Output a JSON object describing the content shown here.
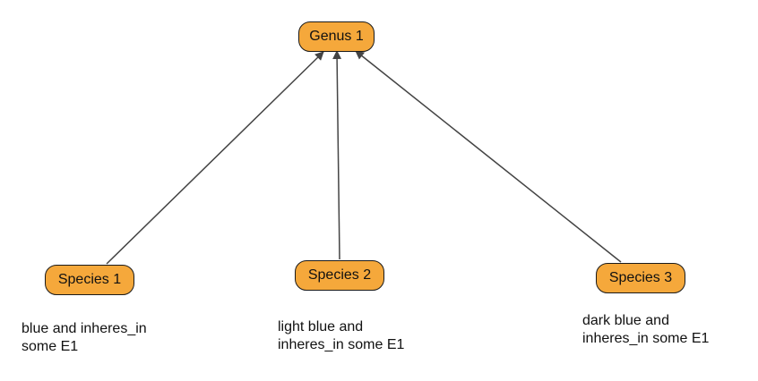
{
  "colors": {
    "node_fill": "#f5a83b",
    "node_border": "#1a1a1a",
    "edge": "#444444"
  },
  "nodes": {
    "genus": {
      "label": "Genus 1"
    },
    "species1": {
      "label": "Species 1",
      "description_line1": "blue and inheres_in",
      "description_line2": "some E1"
    },
    "species2": {
      "label": "Species 2",
      "description_line1": "light blue and",
      "description_line2": "inheres_in some E1"
    },
    "species3": {
      "label": "Species 3",
      "description_line1": "dark blue and",
      "description_line2": "inheres_in some E1"
    }
  }
}
